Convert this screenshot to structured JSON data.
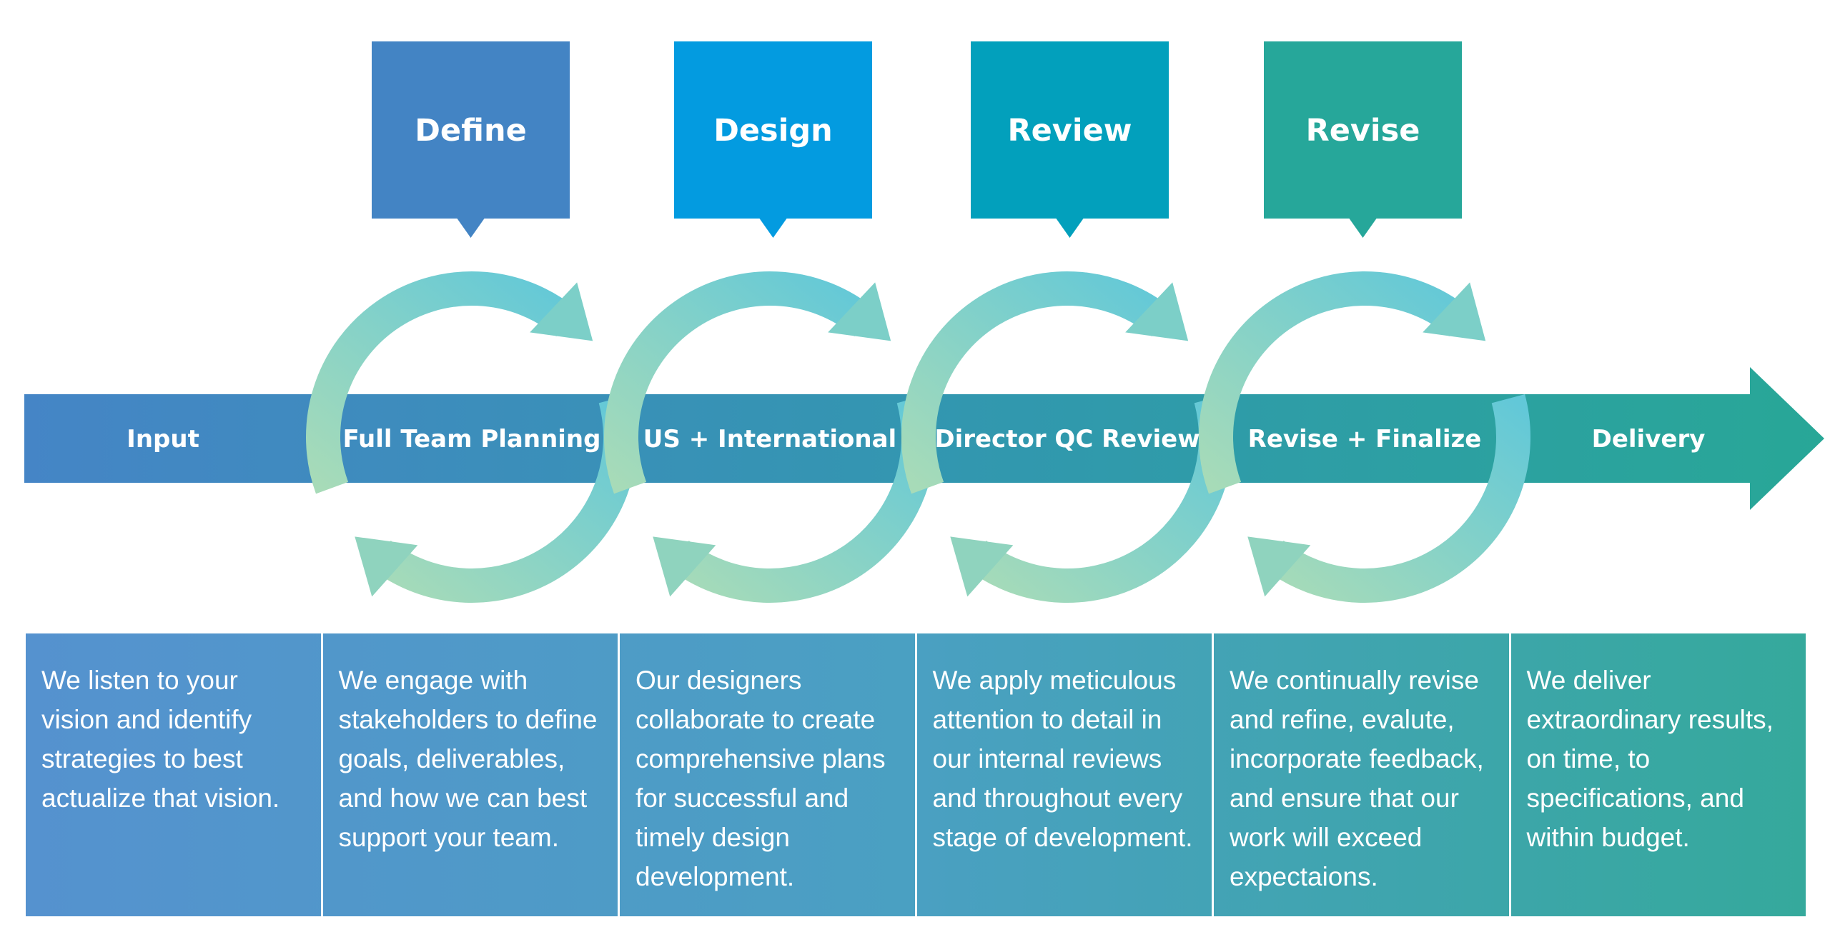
{
  "phases": [
    {
      "label": "Define",
      "color": "#4384c4"
    },
    {
      "label": "Design",
      "color": "#039be0"
    },
    {
      "label": "Review",
      "color": "#02a0bc"
    },
    {
      "label": "Revise",
      "color": "#26a79a"
    }
  ],
  "stages": [
    {
      "label": "Input"
    },
    {
      "label": "Full Team Planning"
    },
    {
      "label": "US + International"
    },
    {
      "label": "Director QC Review"
    },
    {
      "label": "Revise + Finalize"
    },
    {
      "label": "Delivery"
    }
  ],
  "descriptions": [
    {
      "text": "We listen to your vision and identify strategies to best actualize that vision."
    },
    {
      "text": "We engage with stakeholders to define goals, deliverables, and how we can best support your team."
    },
    {
      "text": "Our designers collaborate to create comprehensive plans for successful and timely design development."
    },
    {
      "text": "We apply meticulous attention to detail in our internal reviews and throughout every stage of development."
    },
    {
      "text": "We continually revise and refine, evalute, incorporate feedback, and ensure that our work will exceed expectaions."
    },
    {
      "text": "We deliver extraordinary results, on time, to specifications, and within budget."
    }
  ],
  "colors": {
    "arrow_start": "#4585c6",
    "arrow_end": "#28a797",
    "ring_light_green": "#a7dbb8",
    "ring_light_blue": "#62c8d8"
  }
}
